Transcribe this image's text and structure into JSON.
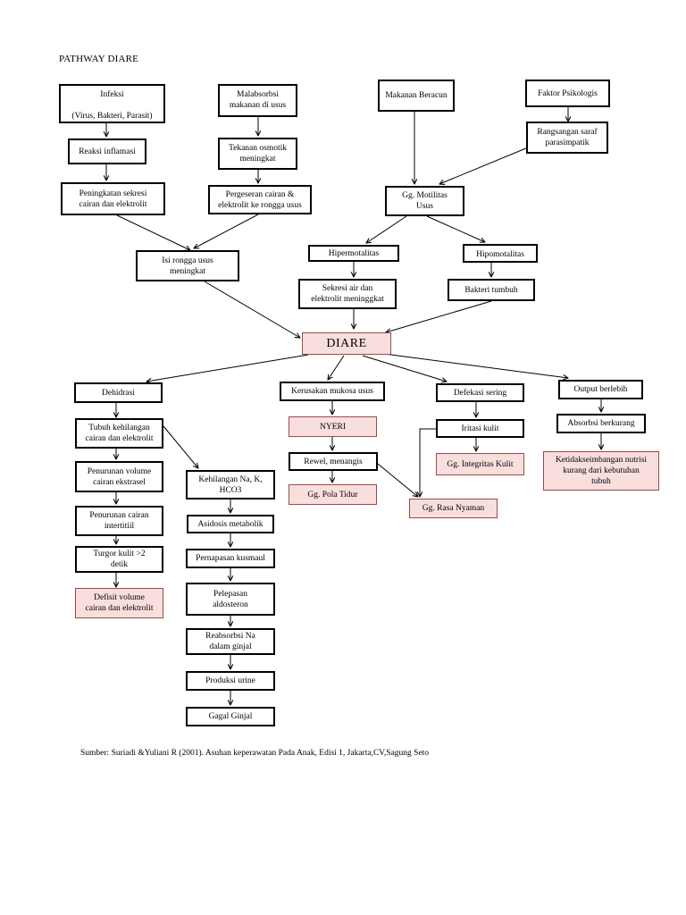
{
  "title": "PATHWAY DIARE",
  "nodes": {
    "infeksi": "Infeksi\n\n(Virus, Bakteri, Parasit)",
    "malabsorbsi": "Malabsorbsi\nmakanan di usus",
    "makanan_beracun": "Makanan Beracun",
    "faktor_psikologis": "Faktor Psikologis",
    "rangsangan_saraf": "Rangsangan saraf\nparasimpatik",
    "reaksi_inflamasi": "Reaksi inflamasi",
    "tekanan_osmotik": "Tekanan osmotik\nmeningkat",
    "peningkatan_sekresi": "Peningkatan sekresi\ncairan dan elektrolit",
    "pergeseran_cairan": "Pergeseran cairan &\nelektrolit ke rongga usus",
    "gg_motilitas": "Gg. Motilitas\nUsus",
    "isi_rongga": "Isi rongga usus\nmeningkat",
    "hipermotalitas": "Hipermotalitas",
    "hipomotalitas": "Hipomotalitas",
    "sekresi_air": "Sekresi air dan\nelektrolit meninggkat",
    "bakteri_tumbuh": "Bakteri tumbuh",
    "diare": "DIARE",
    "dehidrasi": "Dehidrasi",
    "kerusakan_mukosa": "Kerusakan mukosa usus",
    "defekasi_sering": "Defekasi sering",
    "output_berlebih": "Output berlebih",
    "tubuh_kehilangan": "Tubuh kehilangan\ncairan dan elektrolit",
    "nyeri": "NYERI",
    "iritasi_kulit": "Iritasi kulit",
    "absorbsi_berkurang": "Absorbsi berkurang",
    "penurunan_volume": "Penurunan volume\ncairan ekstrasel",
    "kehilangan_na": "Kehilangan Na, K,\nHCO3",
    "rewel": "Rewel, menangis",
    "gg_integritas": "Gg. Integritas Kulit",
    "ketidakseimbangan": "Ketidakseimbangan nutrisi\nkurang dari kebutuhan\ntubuh",
    "gg_pola_tidur": "Gg. Pola Tidur",
    "gg_rasa_nyaman": "Gg. Rasa Nyaman",
    "penurunan_cairan": "Penurunan cairan\nintertitiil",
    "asidosis": "Asidosis metabolik",
    "turgor": "Turgor kulit >2\ndetik",
    "pernapasan": "Pernapasan kusmaul",
    "defisit_volume": "Defisit volume\ncairan dan elektrolit",
    "pelepasan": "Pelepasan\naldosteron",
    "reabsorbsi": "Reabsorbsi Na\ndalam ginjal",
    "produksi_urine": "Produksi urine",
    "gagal_ginjal": "Gagal Ginjal"
  },
  "source": "Sumber: Suriadi &Yuliani R (2001). Asuhan keperawatan Pada Anak, Edisi 1, Jakarta,CV,Sagung Seto"
}
